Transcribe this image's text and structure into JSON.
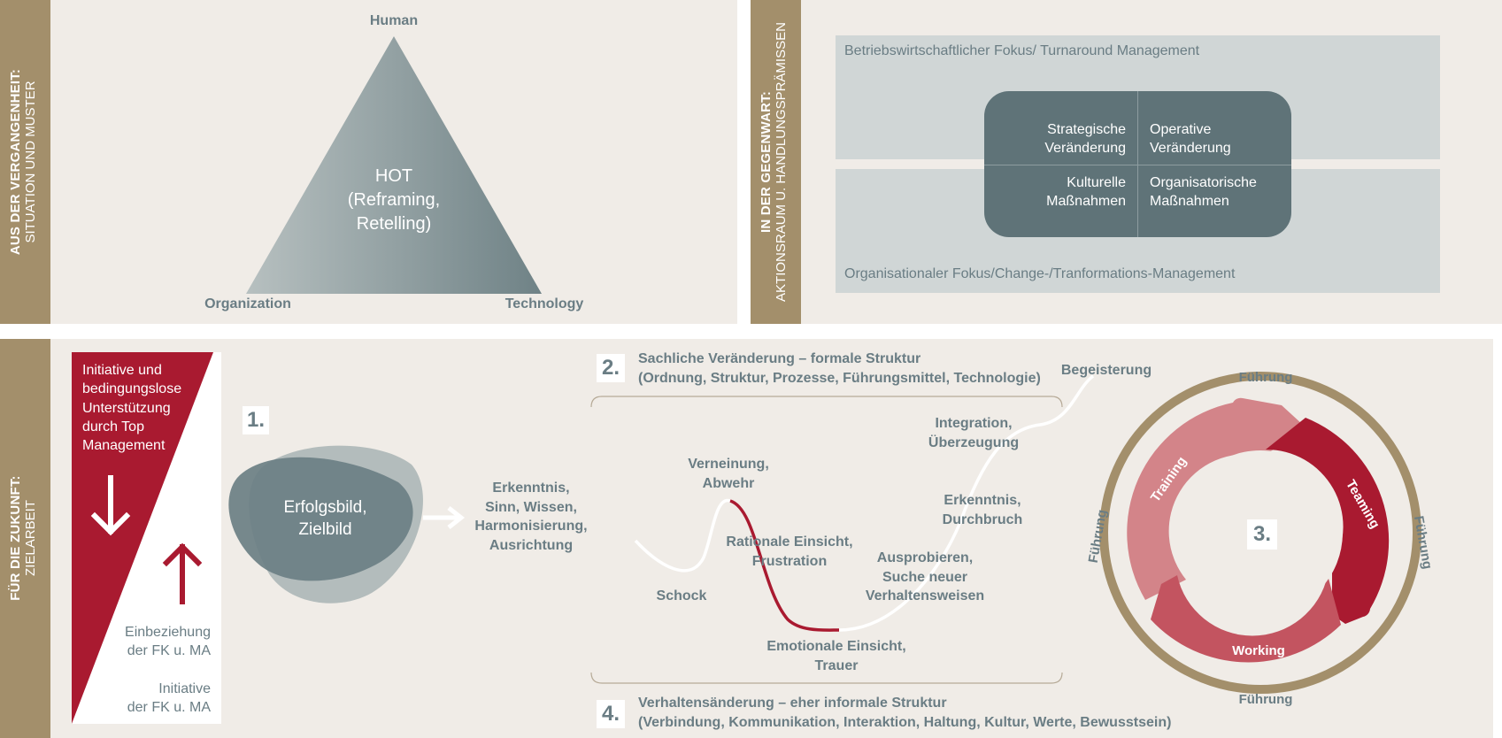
{
  "top_left": {
    "band_bold": "AUS DER VERGANGENHEIT:",
    "band_normal": "SITUATION UND MUSTER",
    "triangle": {
      "top": "Human",
      "bottom_left": "Organization",
      "bottom_right": "Technology",
      "center_lines": [
        "HOT",
        "(Reframing,",
        "Retelling)"
      ]
    }
  },
  "top_right": {
    "band_bold": "IN DER GEGENWART:",
    "band_normal": "AKTIONSRAUM U. HANDLUNGSPRÄMISSEN",
    "bar_top": "Betriebswirtschaftlicher Fokus/ Turnaround Management",
    "bar_bottom": "Organisationaler Fokus/Change-/Tranformations-Management",
    "quadrants": {
      "top_left": [
        "Strategische",
        "Veränderung"
      ],
      "top_right": [
        "Operative",
        "Veränderung"
      ],
      "bottom_left": [
        "Kulturelle",
        "Maßnahmen"
      ],
      "bottom_right": [
        "Organisatorische",
        "Maßnahmen"
      ]
    }
  },
  "bottom": {
    "band_bold": "FÜR DIE ZUKUNFT:",
    "band_normal": "ZIELARBEIT",
    "red_text": [
      "Initiative und",
      "bedingungslose",
      "Unterstützung",
      "durch Top",
      "Management"
    ],
    "gray_text_1": [
      "Einbeziehung",
      "der FK u. MA"
    ],
    "gray_text_2": [
      "Initiative",
      "der FK u. MA"
    ],
    "step1": {
      "number": "1.",
      "blob_lines": [
        "Erfolgsbild,",
        "Zielbild"
      ],
      "result_lines": [
        "Erkenntnis,",
        "Sinn, Wissen,",
        "Harmonisierung,",
        "Ausrichtung"
      ]
    },
    "step2": {
      "number": "2.",
      "title": "Sachliche Veränderung – formale Struktur",
      "subtitle": "(Ordnung, Struktur, Prozesse, Führungsmittel, Technologie)"
    },
    "step4": {
      "number": "4.",
      "title": "Verhaltensänderung – eher informale Struktur",
      "subtitle": "(Verbindung, Kommunikation, Interaktion, Haltung, Kultur, Werte, Bewusstsein)"
    },
    "curve_labels": {
      "schock": "Schock",
      "verneinung": [
        "Verneinung,",
        "Abwehr"
      ],
      "rational": [
        "Rationale Einsicht,",
        "Frustration"
      ],
      "emotional": [
        "Emotionale Einsicht,",
        "Trauer"
      ],
      "ausprobieren": [
        "Ausprobieren,",
        "Suche neuer",
        "Verhaltensweisen"
      ],
      "erkenntnis": [
        "Erkenntnis,",
        "Durchbruch"
      ],
      "integration": [
        "Integration,",
        "Überzeugung"
      ],
      "begeisterung": "Begeisterung"
    },
    "step3": {
      "number": "3.",
      "ring_label": "Führung",
      "segments": [
        "Training",
        "Teaming",
        "Working"
      ]
    }
  },
  "colors": {
    "panel_bg": "#f0ece7",
    "gold": "#a38f6b",
    "slate": "#5f7378",
    "text_gray": "#6a7d84",
    "red": "#a91a30",
    "pink": "#d38489",
    "rose": "#c35460"
  }
}
